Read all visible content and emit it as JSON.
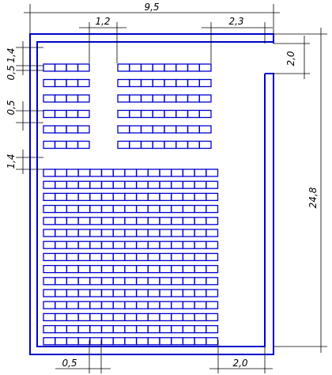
{
  "colors": {
    "wall": "#0000cc",
    "seat": "#0000cc",
    "dimension": "#000000",
    "background": "#ffffff"
  },
  "dimensions": {
    "total_width": "9,5",
    "aisle_width": "1,2",
    "side_gap_top_right": "2,3",
    "entrance_height": "2,0",
    "total_length": "24,8",
    "row_spacing_top": "1,4",
    "row_pitch_a": "0,5",
    "row_pitch_b": "0,5",
    "gap_before_rear_block": "1,4",
    "bottom_left_offset": "0,5",
    "bottom_right_gap": "2,0"
  },
  "seating": {
    "front_left_block": {
      "rows": 6,
      "seats_per_row": 4
    },
    "front_right_block": {
      "rows": 6,
      "seats_per_row": 8
    },
    "rear_block": {
      "rows": 15,
      "seats_per_row": 15
    }
  }
}
